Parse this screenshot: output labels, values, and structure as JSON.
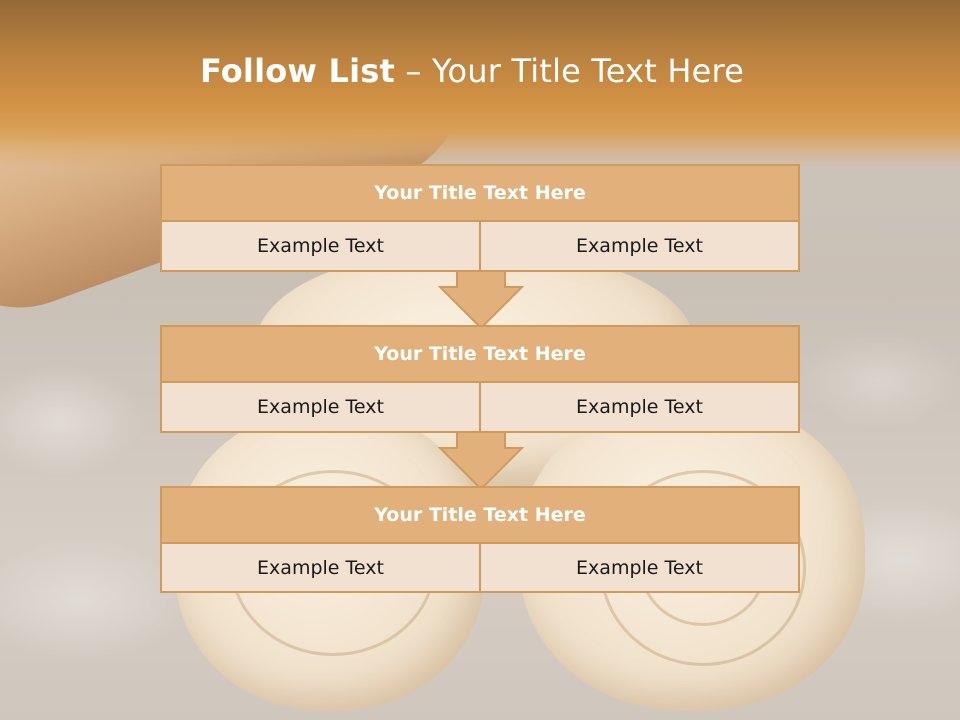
{
  "slide": {
    "title_bold": "Follow List",
    "title_rest": "– Your Title Text Here"
  },
  "boxes": [
    {
      "title": "Your Title Text Here",
      "left": "Example Text",
      "right": "Example Text"
    },
    {
      "title": "Your Title Text Here",
      "left": "Example Text",
      "right": "Example Text"
    },
    {
      "title": "Your Title Text Here",
      "left": "Example Text",
      "right": "Example Text"
    }
  ],
  "colors": {
    "title_band": "#d39244",
    "box_header": "#e1b07b",
    "box_body": "#f2e1d1",
    "box_border": "#d09a5c",
    "arrow_fill": "#e1b07b"
  },
  "icons": {
    "arrow": "down-arrow-icon"
  }
}
